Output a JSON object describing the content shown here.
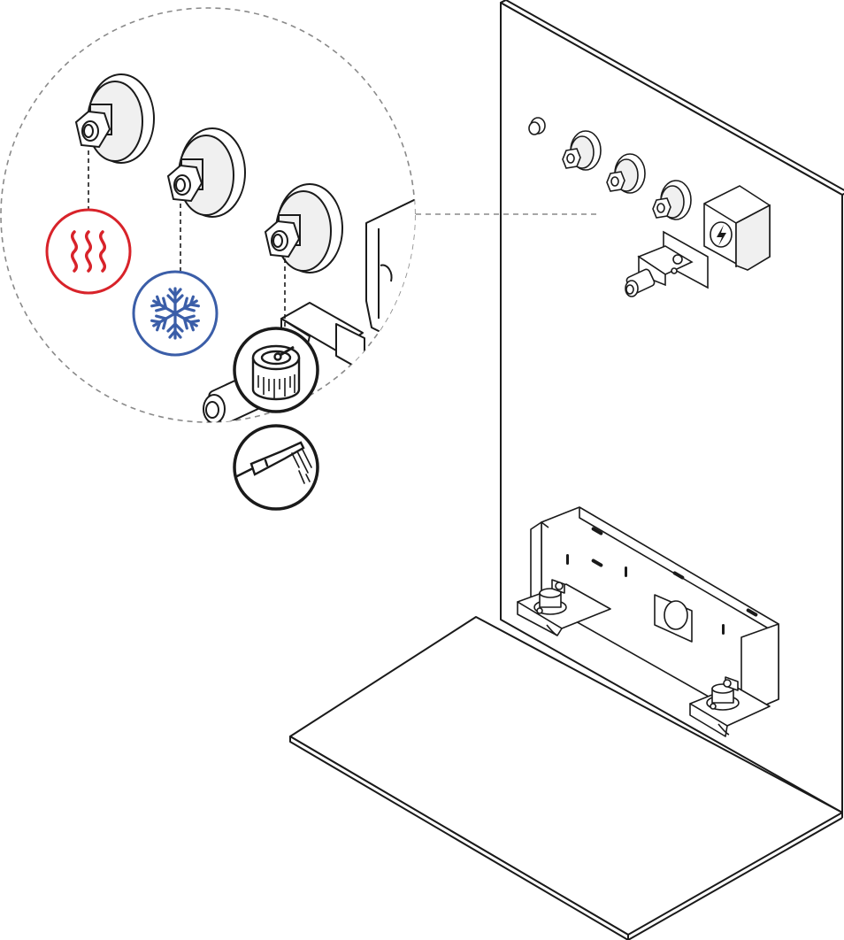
{
  "diagram": {
    "colors": {
      "line": "#1a1a1a",
      "hot": "#d8232a",
      "cold": "#3b5ea8",
      "dashed": "#8a8a8a",
      "cap": "#f0f0f0"
    },
    "icons": {
      "hot_water": "heat-waves-icon",
      "cold_water": "snowflake-icon",
      "drain": "drain-cup-icon",
      "power": "lightning-bolt-icon",
      "hose": "shower-hose-icon"
    },
    "callouts": [
      {
        "connection": "hot-water",
        "icon": "heat-waves-icon"
      },
      {
        "connection": "cold-water",
        "icon": "snowflake-icon"
      },
      {
        "connection": "drain",
        "icon": "drain-cup-icon"
      },
      {
        "connection": "hand-shower",
        "icon": "shower-hose-icon"
      }
    ]
  }
}
